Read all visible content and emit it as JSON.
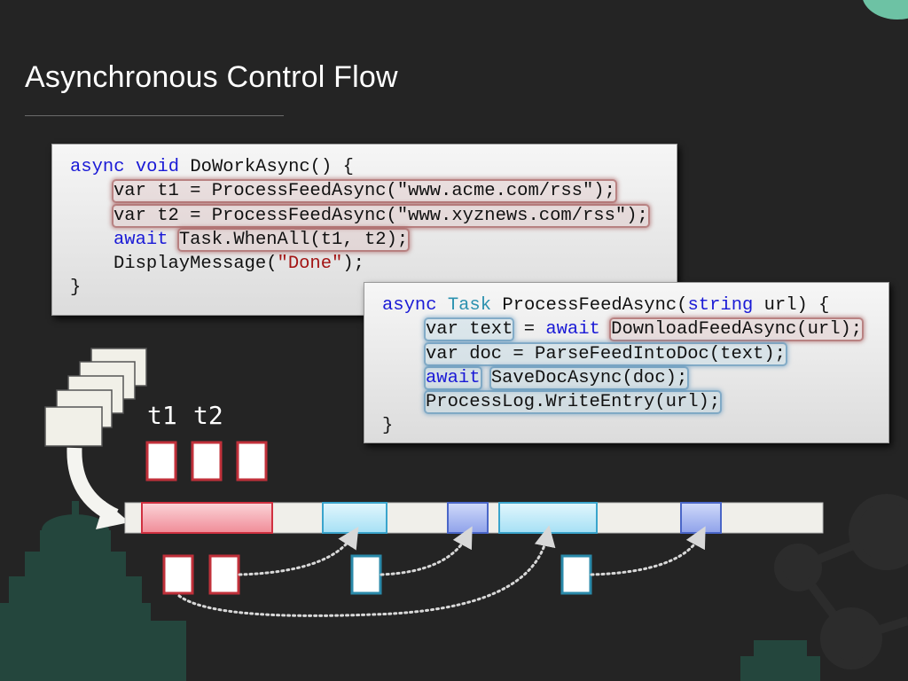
{
  "slide": {
    "title": "Asynchronous Control Flow"
  },
  "code_block_1": {
    "lines": [
      {
        "tokens": [
          {
            "t": "async",
            "c": "kw"
          },
          {
            "t": " "
          },
          {
            "t": "void",
            "c": "kw"
          },
          {
            "t": " DoWorkAsync() {"
          }
        ]
      },
      {
        "indent": 1,
        "tokens": [
          {
            "t": "var t1 = ProcessFeedAsync(\"www.acme.com/rss\");",
            "h": "hr"
          }
        ]
      },
      {
        "indent": 1,
        "tokens": [
          {
            "t": "var t2 = ProcessFeedAsync(\"www.xyznews.com/rss\");",
            "h": "hr"
          }
        ]
      },
      {
        "indent": 1,
        "tokens": [
          {
            "t": "await",
            "c": "kw"
          },
          {
            "t": " "
          },
          {
            "t": "Task.WhenAll(t1, t2);",
            "h": "hr"
          }
        ]
      },
      {
        "indent": 1,
        "tokens": [
          {
            "t": "DisplayMessage("
          },
          {
            "t": "\"Done\"",
            "c": "str"
          },
          {
            "t": ");"
          }
        ]
      },
      {
        "tokens": [
          {
            "t": "}"
          }
        ]
      }
    ]
  },
  "code_block_2": {
    "lines": [
      {
        "tokens": [
          {
            "t": "async",
            "c": "kw"
          },
          {
            "t": " "
          },
          {
            "t": "Task",
            "c": "ty"
          },
          {
            "t": " ProcessFeedAsync("
          },
          {
            "t": "string",
            "c": "kw"
          },
          {
            "t": " url) {"
          }
        ]
      },
      {
        "indent": 1,
        "tokens": [
          {
            "t": "var text",
            "h": "hb"
          },
          {
            "t": " = "
          },
          {
            "t": "await",
            "c": "kw"
          },
          {
            "t": " "
          },
          {
            "t": "DownloadFeedAsync(url);",
            "h": "hr"
          }
        ]
      },
      {
        "indent": 1,
        "tokens": [
          {
            "t": "var doc = ParseFeedIntoDoc(text);",
            "h": "hb"
          }
        ]
      },
      {
        "indent": 1,
        "tokens": [
          {
            "t": "await",
            "c": "kw",
            "h": "hb"
          },
          {
            "t": " "
          },
          {
            "t": "SaveDocAsync(doc);",
            "h": "hb"
          }
        ]
      },
      {
        "indent": 1,
        "tokens": [
          {
            "t": "ProcessLog.WriteEntry(url);",
            "h": "hb"
          }
        ]
      },
      {
        "tokens": [
          {
            "t": "}"
          }
        ]
      }
    ]
  },
  "diagram": {
    "label_t1": "t1",
    "label_t2": "t2"
  },
  "colors": {
    "background": "#242424",
    "accent_teal": "#6dc2a4",
    "task_red": "#c0303a",
    "task_blue": "#2a8aaa",
    "bar_pink": "#f4a6b0",
    "bar_cyan": "#b8e8f8",
    "bar_blue": "#a4b4f0"
  }
}
